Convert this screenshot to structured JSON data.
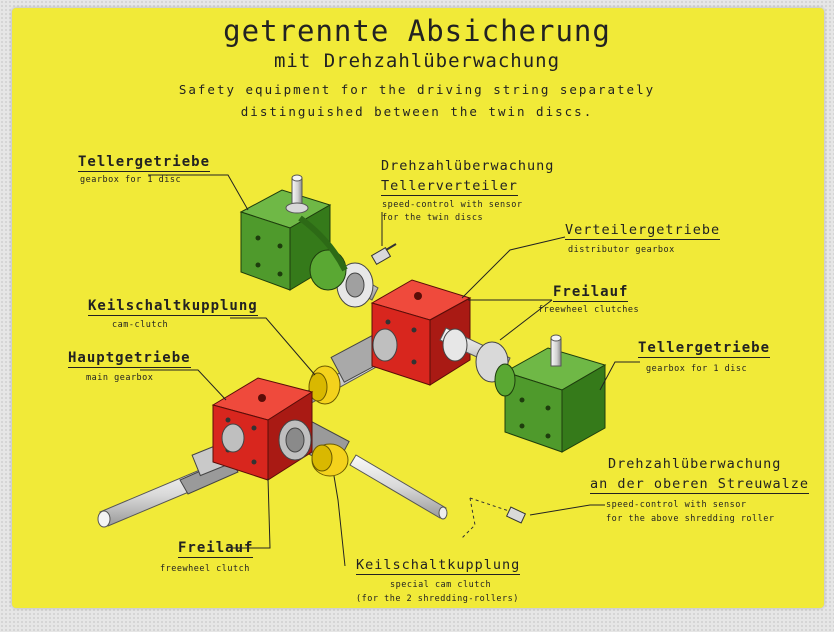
{
  "title": {
    "line1": "getrennte Absicherung",
    "line2": "mit Drehzahlüberwachung",
    "subtitle_en_1": "Safety equipment for the driving string separately",
    "subtitle_en_2": "distinguished between the twin discs."
  },
  "labels": {
    "tellergetriebe_top": {
      "de": "Tellergetriebe",
      "en": "gearbox for 1 disc"
    },
    "drehzahl_teller": {
      "de1": "Drehzahlüberwachung",
      "de2": "Tellerverteiler",
      "en1": "speed-control with sensor",
      "en2": "for the twin discs"
    },
    "verteilergetriebe": {
      "de": "Verteilergetriebe",
      "en": "distributor gearbox"
    },
    "freilauf_right": {
      "de": "Freilauf",
      "en": "freewheel clutches"
    },
    "keilschaltkupplung_top": {
      "de": "Keilschaltkupplung",
      "en": "cam-clutch"
    },
    "hauptgetriebe": {
      "de": "Hauptgetriebe",
      "en": "main gearbox"
    },
    "tellergetriebe_right": {
      "de": "Tellergetriebe",
      "en": "gearbox for 1 disc"
    },
    "drehzahl_streuwalze": {
      "de1": "Drehzahlüberwachung",
      "de2": "an der oberen Streuwalze",
      "en1": "speed-control with sensor",
      "en2": "for the above shredding roller"
    },
    "freilauf_bottom": {
      "de": "Freilauf",
      "en": "freewheel clutch"
    },
    "keilschaltkupplung_bottom": {
      "de": "Keilschaltkupplung",
      "en1": "special cam clutch",
      "en2": "(for the 2 shredding-rollers)"
    }
  },
  "colors": {
    "background": "#f1ea38",
    "gearbox_green": "#4f9a2c",
    "gearbox_red": "#d8261e",
    "coupling_yellow": "#f4d21c",
    "shaft": "#e8e8e8"
  }
}
